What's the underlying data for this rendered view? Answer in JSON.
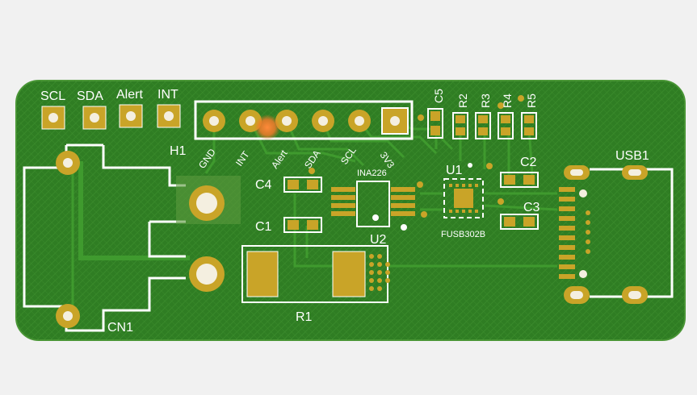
{
  "colors": {
    "background": "#f1f1f1",
    "board": "#2f7d23",
    "board_edge": "#3d8c2a",
    "copper_pad": "#c9a428",
    "copper_hole": "#f4efe0",
    "silkscreen": "#ffffff",
    "cursor": "#f07a2a"
  },
  "board": {
    "label_left": "CN1",
    "label_header": "H1",
    "label_resistor": "R1",
    "label_usb": "USB1",
    "label_u1": "U1",
    "label_u2": "U2",
    "ic_u1": "FUSB302B",
    "ic_u2": "INA226"
  },
  "testpoints": [
    {
      "label": "SCL"
    },
    {
      "label": "SDA"
    },
    {
      "label": "Alert"
    },
    {
      "label": "INT"
    }
  ],
  "header_pins": [
    {
      "label": "GND"
    },
    {
      "label": "INT"
    },
    {
      "label": "Alert"
    },
    {
      "label": "SDA"
    },
    {
      "label": "SCL"
    },
    {
      "label": "3V3"
    }
  ],
  "passives_top": [
    {
      "label": "C5"
    },
    {
      "label": "R2"
    },
    {
      "label": "R3"
    },
    {
      "label": "R4"
    },
    {
      "label": "R5"
    }
  ],
  "capacitors": [
    {
      "label": "C4"
    },
    {
      "label": "C1"
    },
    {
      "label": "C2"
    },
    {
      "label": "C3"
    }
  ]
}
